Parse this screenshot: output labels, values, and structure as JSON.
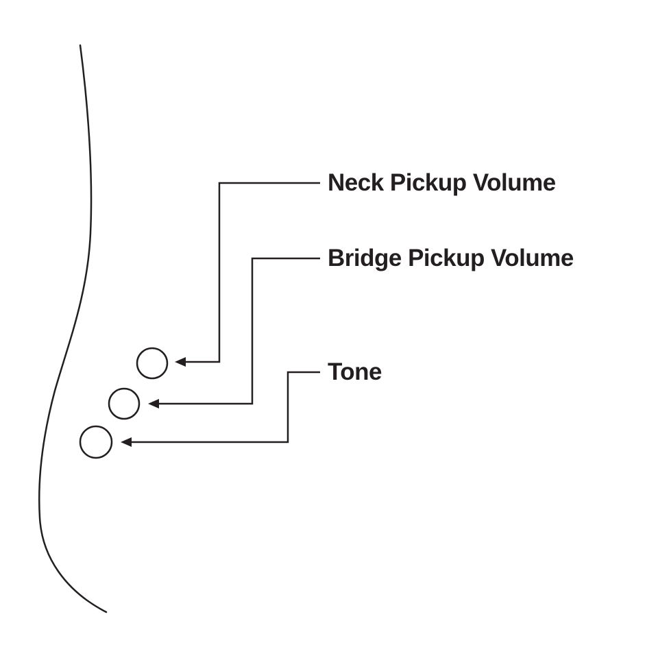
{
  "diagram": {
    "background_color": "#ffffff",
    "line_color": "#231f20",
    "subject": "guitar-body-controls",
    "labels": [
      {
        "text": "Neck Pickup Volume"
      },
      {
        "text": "Bridge Pickup Volume"
      },
      {
        "text": "Tone"
      }
    ],
    "knobs": [
      {
        "name": "neck-pickup-volume-knob"
      },
      {
        "name": "bridge-pickup-volume-knob"
      },
      {
        "name": "tone-knob"
      }
    ]
  }
}
